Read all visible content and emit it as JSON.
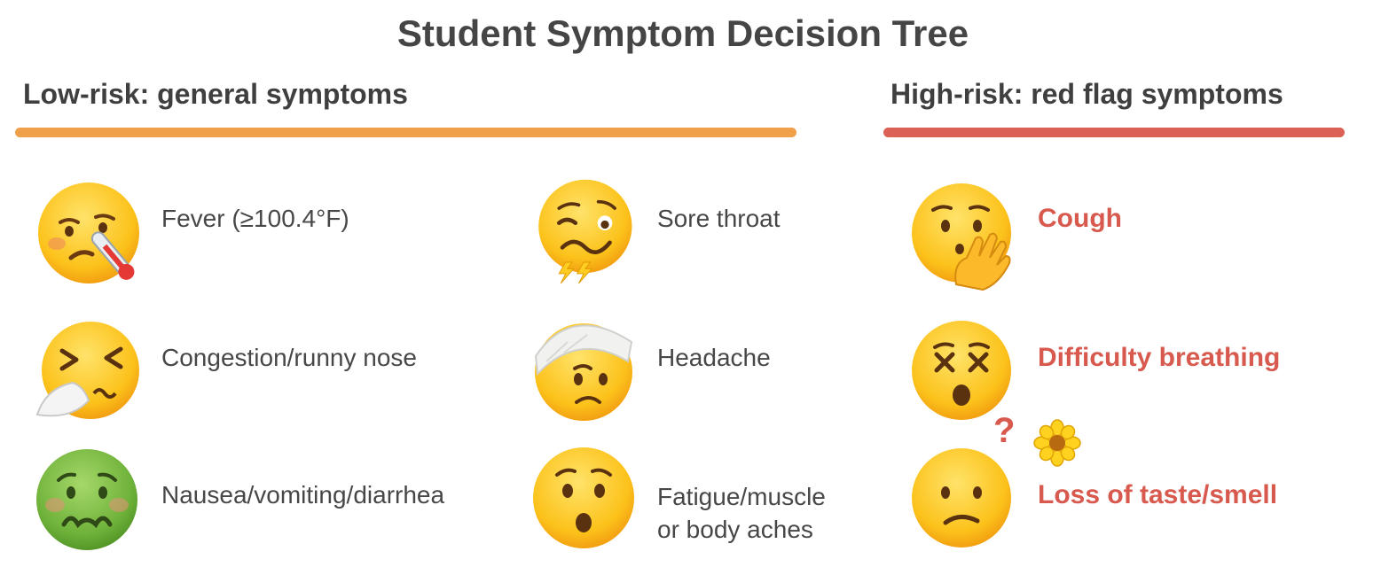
{
  "title": "Student Symptom Decision Tree",
  "low_risk": {
    "heading": "Low-risk: general symptoms",
    "accent": "#f0a04b",
    "items": [
      {
        "label": "Fever (≥100.4°F)",
        "icon": "thermometer-face-icon"
      },
      {
        "label": "Congestion/runny nose",
        "icon": "sneezing-face-icon"
      },
      {
        "label": "Nausea/vomiting/diarrhea",
        "icon": "nauseated-face-icon"
      },
      {
        "label": "Sore throat",
        "icon": "woozy-face-icon"
      },
      {
        "label": "Headache",
        "icon": "bandaged-head-face-icon"
      },
      {
        "label_line1": "Fatigue/muscle",
        "label_line2": "or body aches",
        "icon": "hushed-face-icon"
      }
    ]
  },
  "high_risk": {
    "heading": "High-risk: red flag symptoms",
    "accent": "#db6055",
    "items": [
      {
        "label": "Cough",
        "icon": "hand-over-mouth-face-icon"
      },
      {
        "label": "Difficulty breathing",
        "icon": "dizzy-face-icon"
      },
      {
        "label": "Loss of taste/smell",
        "icon": "confused-face-icon",
        "extra_icons": [
          "question-mark-icon",
          "flower-icon"
        ],
        "question_mark": "?"
      }
    ]
  }
}
